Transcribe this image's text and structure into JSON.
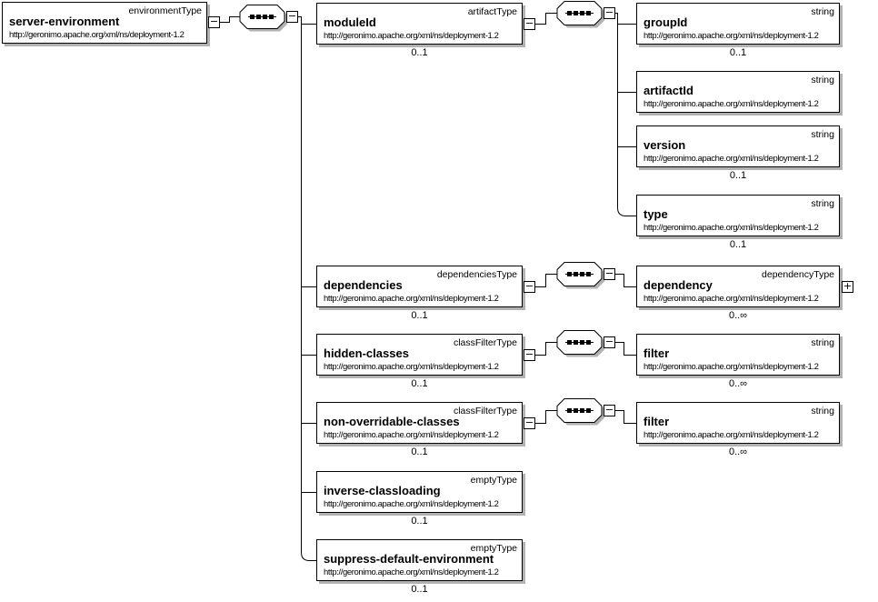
{
  "diagram_kind": "xml-schema-content-model",
  "namespace": "http://geronimo.apache.org/xml/ns/deployment-1.2",
  "icons": {
    "collapse": "−",
    "expand": "+",
    "compositor": "sequence"
  },
  "colors": {
    "background": "#ffffff",
    "box_border": "#000000",
    "box_fill": "#ffffff",
    "shadow": "#b2b2b2",
    "connector": "#000000",
    "text": "#000000"
  },
  "nodes": {
    "root": {
      "name": "server-environment",
      "type": "environmentType",
      "ns": "http://geronimo.apache.org/xml/ns/deployment-1.2"
    },
    "moduleId": {
      "name": "moduleId",
      "type": "artifactType",
      "ns": "http://geronimo.apache.org/xml/ns/deployment-1.2",
      "cardinality": "0..1"
    },
    "groupId": {
      "name": "groupId",
      "type": "string",
      "ns": "http://geronimo.apache.org/xml/ns/deployment-1.2",
      "cardinality": "0..1"
    },
    "artifactId": {
      "name": "artifactId",
      "type": "string",
      "ns": "http://geronimo.apache.org/xml/ns/deployment-1.2"
    },
    "version": {
      "name": "version",
      "type": "string",
      "ns": "http://geronimo.apache.org/xml/ns/deployment-1.2",
      "cardinality": "0..1"
    },
    "typeNode": {
      "name": "type",
      "type": "string",
      "ns": "http://geronimo.apache.org/xml/ns/deployment-1.2",
      "cardinality": "0..1"
    },
    "dependencies": {
      "name": "dependencies",
      "type": "dependenciesType",
      "ns": "http://geronimo.apache.org/xml/ns/deployment-1.2",
      "cardinality": "0..1"
    },
    "dependency": {
      "name": "dependency",
      "type": "dependencyType",
      "ns": "http://geronimo.apache.org/xml/ns/deployment-1.2",
      "cardinality": "0..∞"
    },
    "hiddenClasses": {
      "name": "hidden-classes",
      "type": "classFilterType",
      "ns": "http://geronimo.apache.org/xml/ns/deployment-1.2",
      "cardinality": "0..1"
    },
    "hiddenFilter": {
      "name": "filter",
      "type": "string",
      "ns": "http://geronimo.apache.org/xml/ns/deployment-1.2",
      "cardinality": "0..∞"
    },
    "nonOverridableClasses": {
      "name": "non-overridable-classes",
      "type": "classFilterType",
      "ns": "http://geronimo.apache.org/xml/ns/deployment-1.2",
      "cardinality": "0..1"
    },
    "nonOverridableFilter": {
      "name": "filter",
      "type": "string",
      "ns": "http://geronimo.apache.org/xml/ns/deployment-1.2",
      "cardinality": "0..∞"
    },
    "inverseClassloading": {
      "name": "inverse-classloading",
      "type": "emptyType",
      "ns": "http://geronimo.apache.org/xml/ns/deployment-1.2",
      "cardinality": "0..1"
    },
    "suppressDefaultEnvironment": {
      "name": "suppress-default-environment",
      "type": "emptyType",
      "ns": "http://geronimo.apache.org/xml/ns/deployment-1.2",
      "cardinality": "0..1"
    }
  }
}
